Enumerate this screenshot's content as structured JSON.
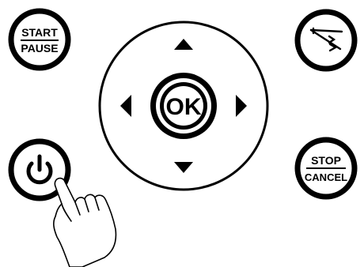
{
  "buttons": {
    "start_pause": {
      "top_label": "START",
      "bottom_label": "PAUSE"
    },
    "stop_cancel": {
      "top_label": "STOP",
      "bottom_label": "CANCEL"
    },
    "ok": {
      "label": "OK"
    },
    "power": {
      "icon": "power-icon"
    },
    "dial": {
      "icon": "dial-icon"
    }
  },
  "dpad": {
    "up_icon": "arrow-up-icon",
    "down_icon": "arrow-down-icon",
    "left_icon": "arrow-left-icon",
    "right_icon": "arrow-right-icon"
  },
  "pointer": {
    "icon": "pointing-hand-icon"
  },
  "colors": {
    "ink": "#000000",
    "background": "#ffffff"
  }
}
